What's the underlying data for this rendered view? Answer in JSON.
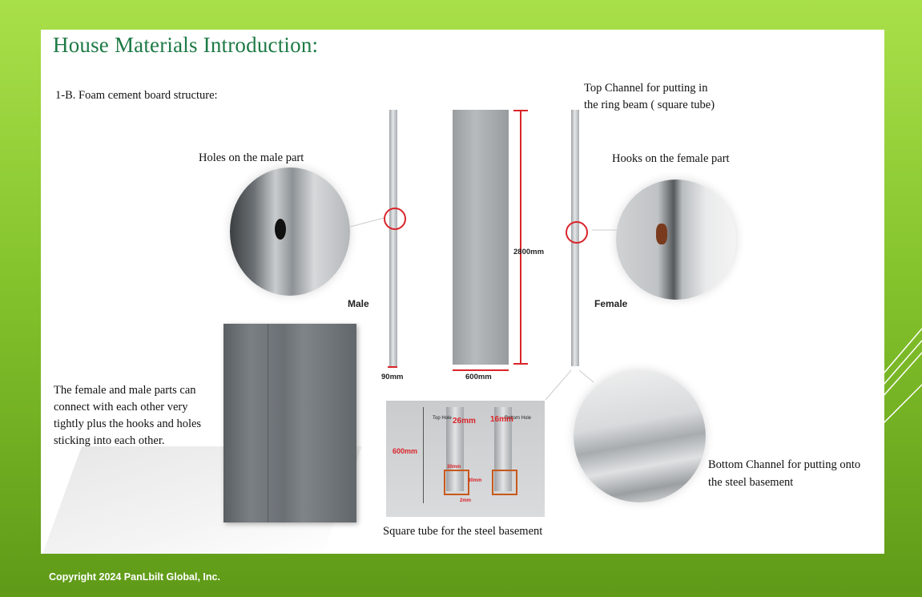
{
  "slide": {
    "title": "House Materials Introduction:",
    "section_label": "1-B. Foam cement board structure:",
    "holes_caption": "Holes on the male part",
    "hooks_caption": "Hooks on the female part",
    "top_channel_line1": "Top Channel for putting in",
    "top_channel_line2": "the ring beam ( square tube)",
    "male_label": "Male",
    "female_label": "Female",
    "dim_height": "2800mm",
    "dim_board_width": "600mm",
    "dim_stud_width": "90mm",
    "connection_text": [
      "The female and male parts can",
      "connect with each other very",
      "tightly plus the hooks and holes",
      "sticking into each other."
    ],
    "square_tube_caption": "Square tube for the steel basement",
    "bottom_channel_line1": "Bottom Channel for putting onto",
    "bottom_channel_line2": "the steel basement",
    "tube_labels": {
      "top_hole": "Top Hole",
      "bottom_hole": "Bottom Hole",
      "dim_26": "26mm",
      "dim_16": "16mm",
      "dim_600": "600mm",
      "dim_30a": "30mm",
      "dim_30b": "30mm",
      "dim_2": "2mm"
    }
  },
  "footer": {
    "copyright": "Copyright 2024 PanLbilt Global, Inc."
  },
  "colors": {
    "title": "#1d7a45",
    "accent_red": "#d9242a",
    "bg_green": "#86c42d"
  }
}
